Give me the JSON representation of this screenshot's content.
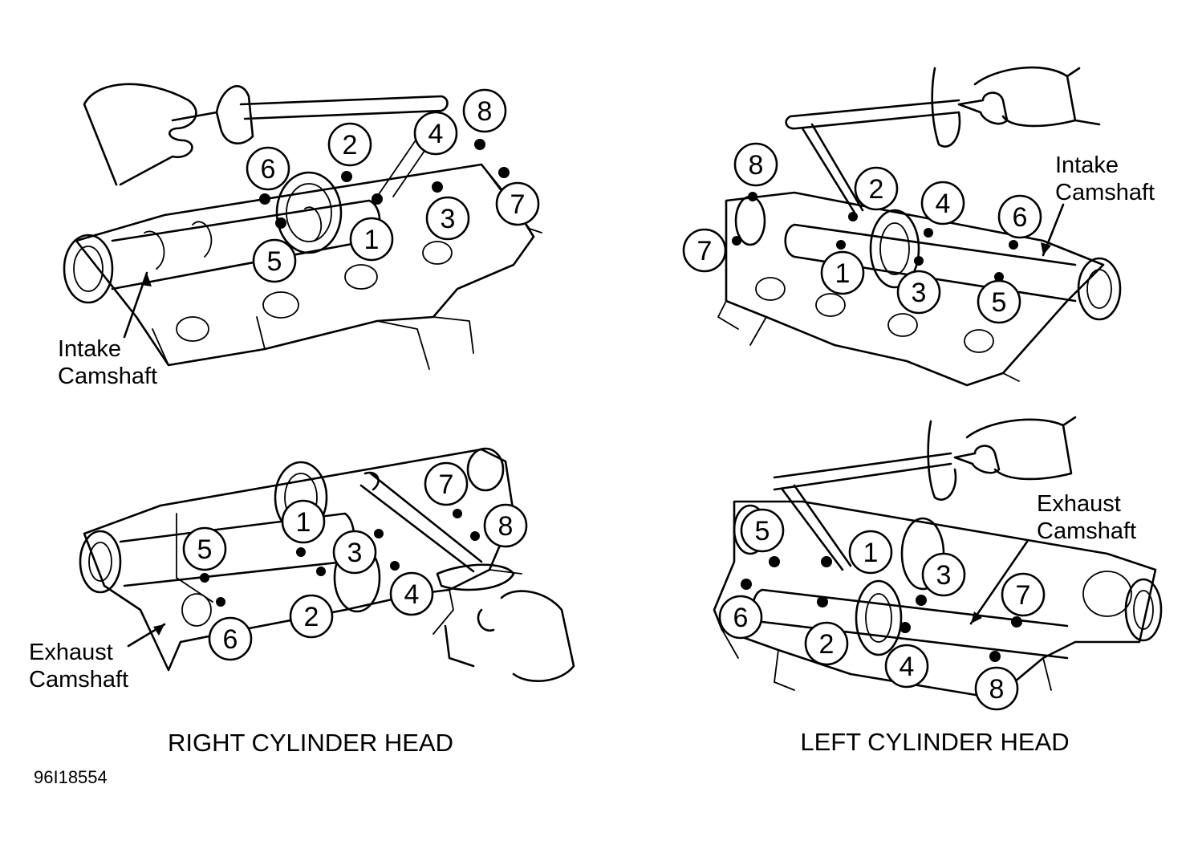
{
  "panels": {
    "right_intake": {
      "callout": [
        "Intake",
        "Camshaft"
      ],
      "bolts": [
        {
          "n": "1"
        },
        {
          "n": "2"
        },
        {
          "n": "3"
        },
        {
          "n": "4"
        },
        {
          "n": "5"
        },
        {
          "n": "6"
        },
        {
          "n": "7"
        },
        {
          "n": "8"
        }
      ]
    },
    "left_intake": {
      "callout": [
        "Intake",
        "Camshaft"
      ],
      "bolts": [
        {
          "n": "1"
        },
        {
          "n": "2"
        },
        {
          "n": "3"
        },
        {
          "n": "4"
        },
        {
          "n": "5"
        },
        {
          "n": "6"
        },
        {
          "n": "7"
        },
        {
          "n": "8"
        }
      ]
    },
    "right_exhaust": {
      "callout": [
        "Exhaust",
        "Camshaft"
      ],
      "bolts": [
        {
          "n": "1"
        },
        {
          "n": "2"
        },
        {
          "n": "3"
        },
        {
          "n": "4"
        },
        {
          "n": "5"
        },
        {
          "n": "6"
        },
        {
          "n": "7"
        },
        {
          "n": "8"
        }
      ]
    },
    "left_exhaust": {
      "callout": [
        "Exhaust",
        "Camshaft"
      ],
      "bolts": [
        {
          "n": "1"
        },
        {
          "n": "2"
        },
        {
          "n": "3"
        },
        {
          "n": "4"
        },
        {
          "n": "5"
        },
        {
          "n": "6"
        },
        {
          "n": "7"
        },
        {
          "n": "8"
        }
      ]
    }
  },
  "captions": {
    "right": "RIGHT CYLINDER HEAD",
    "left": "LEFT CYLINDER HEAD"
  },
  "figure_id": "96I18554"
}
